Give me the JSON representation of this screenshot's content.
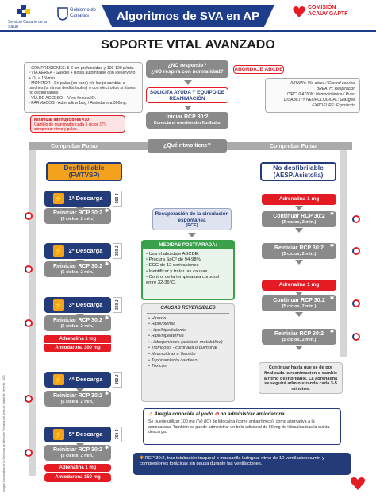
{
  "header": {
    "logo_left_caption": "Servicio Canario de la Salud",
    "gov_name": "Gobierno de Canarias",
    "title": "Algoritmos de SVA en AP",
    "right_logo": "COMISIÓN ACAUV GAPTF"
  },
  "subtitle": "SOPORTE VITAL AVANZADO",
  "left_info": {
    "items": [
      "COMPRESIONES: 5-6 cm profundidad y 100-120 p/min.",
      "VÍA AÉREA - Guedel + Bolsa autoinflable con Reservorio + O₂ a 15l/min.",
      "MONITOR - En palas (en paro) y/o luego cambiar a parches (si ritmos desfibrilables) o con electrodos si ritmos no desfibrilables.",
      "VÍA DE ACCESO - IV en flexura IO.",
      "FÁRMACOS - Adrenalina 1mg / Amiodarona 300mg."
    ],
    "warning": "Minimizar interrupciones <10''",
    "warning2": "Cambio de reanimador cada 5 ciclos (2') comprobar ritmo y pulso."
  },
  "top_flow": {
    "q1": "¿NO responde?\n¿NO respira con normalidad?",
    "abcde": "ABORDAJE ABCDE",
    "help": "SOLICITA AYUDA Y EQUIPO DE REANIMACIÓN",
    "start": "Iniciar RCP 30:2",
    "start_sub": "Conecta el monitor/desfibrilador",
    "rhythm": "¿Qué ritmo tiene?"
  },
  "abcde_info": [
    "AIRWAY: Vía aérea / Control cervical",
    "BREATH: Respiración",
    "CIRCULATION: Hemodinámica / Pulso",
    "DISABILITY NEUROLOGICAL: Glasgow",
    "EXPOSURE: Exposición"
  ],
  "check_pulse": "Comprobar Pulso",
  "shockable": {
    "title": "Desfibrilable",
    "subtitle": "(FV/TVSP)",
    "shocks": [
      "1ª Descarga",
      "2ª Descarga",
      "3ª Descarga",
      "4ª Descarga",
      "5ª Descarga"
    ],
    "side_tags": [
      "200 J",
      "360 J",
      "360 J",
      "360 J",
      "360 J"
    ],
    "rcp": "Reiniciar RCP 30:2",
    "rcp_sub": "(5 ciclos, 2 min.)",
    "drug1_a": "Adrenalina 1 mg",
    "drug1_b": "Amiodarona 300 mg",
    "drug2_a": "Adrenalina 1 mg",
    "drug2_b": "Amiodarona 150 mg"
  },
  "non_shockable": {
    "title": "No desfibrilable",
    "subtitle": "(AESP/Asistolia)",
    "adrenaline": "Adrenalina 1 mg",
    "continue": "Continuar RCP 30:2",
    "restart": "Reiniciar RCP 30:2",
    "rcp_sub": "(5 ciclos, 2 min.)",
    "final": "Continuar hasta que se de por finalizada la reanimación o cambie a ritmo desfibrilable. La adrenalina se seguirá administrando cada 3-5 minutos."
  },
  "center": {
    "rosc_title": "Recuperación de la circulación espontánea",
    "rosc_abbr": "(RCE)",
    "post_title": "MEDIDAS POSTPARADA:",
    "post_items": [
      "Usa el abordaje ABCDE.",
      "Procura SpO² de 94-98%",
      "ECG de 12 derivaciones",
      "Identificar y tratar las causas",
      "Control de la temperatura corporal entre 32-36°C."
    ],
    "causes_title": "CAUSAS REVERSIBLES",
    "causes": [
      "Hipoxia",
      "Hipovolemia",
      "Hipo/hiperkalemia",
      "Hipo/hipertermia",
      "Hidrogeniones (acidosis metabólica)",
      "Trombosis - coronaria o pulmonar",
      "Neumotórax a Tensión",
      "Taponamiento cardiaco",
      "Tóxicos"
    ]
  },
  "allergy": {
    "title": "Alergia conocida al yodo",
    "title2": "no administrar amiodarona.",
    "text": "Se puede utilizar 100 mg (IV) (IO) de lidocaína (como antiarrítmico), como alternativa a la amiodarona. También se puede administrar un bolo adicional de 50 mg de lidocaína tras la quinta descarga."
  },
  "footnote": {
    "text": "RCP 30:2, tras intubación traqueal o mascarilla laríngea: ritmo de 10 ventilaciones/min y compresiones torácicas sin pausa durante las ventilaciones."
  },
  "side_vertical": "Imagen Corporativa de la Gerencia de Atención Primaria del Área de Salud de Tenerife. SCS",
  "colors": {
    "navy": "#243b7a",
    "red": "#e51b24",
    "orange": "#f4a21b",
    "green": "#3aa14a",
    "gray": "#8a8a8a"
  }
}
